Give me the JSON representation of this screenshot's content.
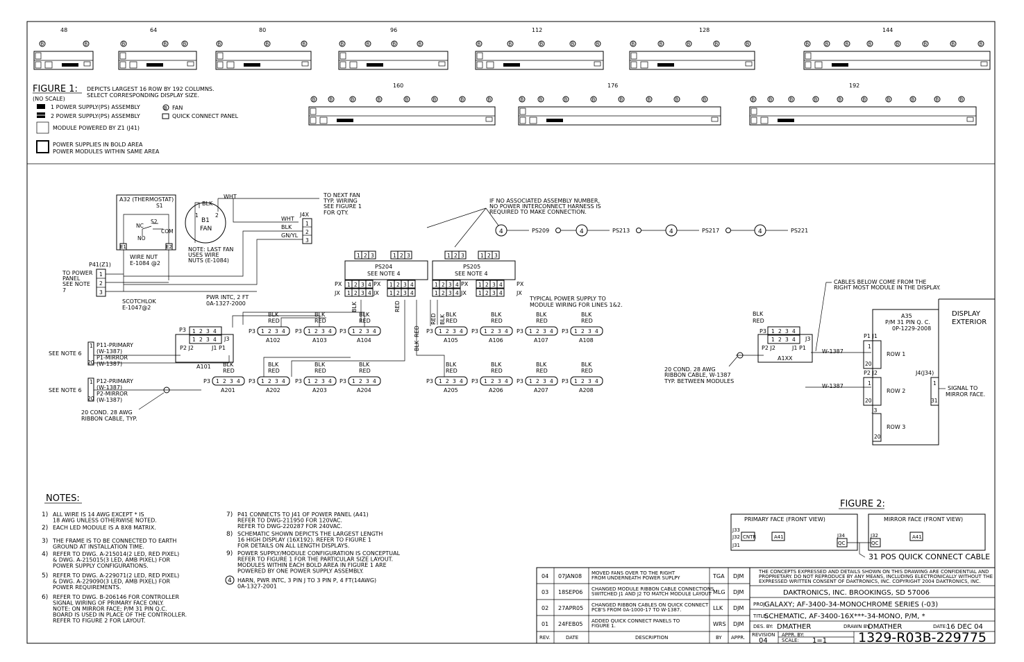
{
  "figure1": {
    "sizes_row1": [
      "48",
      "64",
      "80",
      "96",
      "112",
      "128",
      "144"
    ],
    "sizes_row2": [
      "160",
      "176",
      "192"
    ],
    "title": "FIGURE 1:",
    "caption_line1": "DEPICTS LARGEST 16 ROW BY 192 COLUMNS.",
    "caption_line2": "SELECT CORRESPONDING DISPLAY SIZE.",
    "no_scale": "(NO SCALE)",
    "legend_1ps": "1 POWER SUPPLY(PS) ASSEMBLY",
    "legend_2ps": "2 POWER SUPPLY(PS) ASSEMBLY",
    "legend_fan": "FAN",
    "legend_qc": "QUICK CONNECT PANEL",
    "legend_z1": "MODULE POWERED BY Z1 (J41)",
    "legend_bold1": "POWER SUPPLIES IN BOLD AREA",
    "legend_bold2": "POWER MODULES WITHIN SAME AREA",
    "fan_glyph": "B",
    "qc_glyph": "QC"
  },
  "schematic": {
    "thermostat": "A32 (THERMOSTAT)",
    "s1": "S1",
    "s2": "S2",
    "nc": "NC",
    "no": "NO",
    "com": "COM",
    "e1": "E1",
    "e2": "E2",
    "wire_nut1": "WIRE NUT",
    "wire_nut2": "E-1084 @2",
    "fan_b1": "B1",
    "fan_label": "FAN",
    "fan_pin1": "1",
    "fan_pin2": "2",
    "blk": "BLK",
    "wht": "WHT",
    "red": "RED",
    "gnyl": "GN/YL",
    "next_fan1": "TO NEXT FAN",
    "next_fan2": "TYP. WIRING",
    "next_fan3": "SEE FIGURE 1",
    "next_fan4": "FOR QTY.",
    "j4x": "J4X",
    "last_fan1": "NOTE: LAST FAN",
    "last_fan2": "USES WIRE",
    "last_fan3": "NUTS (E-1084)",
    "p41": "P41(Z1)",
    "power_panel1": "TO POWER",
    "power_panel2": "PANEL",
    "power_panel3": "SEE NOTE",
    "power_panel4": "7",
    "scotchlok1": "SCOTCHLOK",
    "scotchlok2": "E-1047@2",
    "pwr_intc1": "PWR INTC, 2 FT",
    "pwr_intc2": "0A-1327-2000",
    "ps204a": "PS204",
    "ps204b": "SEE NOTE 4",
    "ps205a": "PS205",
    "ps205b": "SEE NOTE 4",
    "px": "PX",
    "jx": "JX",
    "no_assembly1": "IF NO ASSOCIATED ASSEMBLY NUMBER,",
    "no_assembly2": "NO POWER INTERCONNECT HARNESS IS",
    "no_assembly3": "REQUIRED TO MAKE CONNECTION.",
    "ps_chain": [
      "PS209",
      "PS213",
      "PS217",
      "PS221"
    ],
    "harness_num": "4",
    "typical1": "TYPICAL POWER SUPPLY TO",
    "typical2": "MODULE WIRING FOR LINES 1&2.",
    "modules_row1": [
      "A102",
      "A103",
      "A104",
      "A105",
      "A106",
      "A107",
      "A108"
    ],
    "modules_row2": [
      "A201",
      "A202",
      "A203",
      "A204",
      "A205",
      "A206",
      "A207",
      "A208"
    ],
    "a101": "A101",
    "p3": "P3",
    "j3": "J3",
    "p2j2": "P2 J2",
    "j1p1": "J1 P1",
    "see_note6": "SEE NOTE 6",
    "p11": "P11-PRIMARY",
    "w1387": "(W-1387)",
    "p1m": "P1-MIRROR",
    "p12": "P12-PRIMARY",
    "p2m": "P2-MIRROR",
    "ribbon1": "20 COND. 28 AWG",
    "ribbon2": "RIBBON CABLE,  TYP.",
    "pin1": "1",
    "pin20": "20",
    "cables_below1": "CABLES BELOW COME FROM THE",
    "cables_below2": "RIGHT MOST MODULE IN THE DISPLAY.",
    "a1xx": "A1XX",
    "ribbon3": "20 COND. 28 AWG",
    "ribbon4": "RIBBON CABLE,  W-1387",
    "ribbon5": "TYP. BETWEEN MODULES",
    "w_1387": "W-1387",
    "a35": "A35",
    "a35_pn1": "P/M 31 PIN Q. C.",
    "a35_pn2": "0P-1229-2008",
    "display_ext1": "DISPLAY",
    "display_ext2": "EXTERIOR",
    "row1": "ROW 1",
    "row2": "ROW 2",
    "row3": "ROW 3",
    "p1j1": "P1 J1",
    "p2j2b": "P2 J2",
    "j3b": "J3",
    "j4j34": "J4(J34)",
    "signal1": "SIGNAL TO",
    "signal2": "MIRROR FACE.",
    "pin31": "31"
  },
  "notes": {
    "title": "NOTES:",
    "col1": [
      [
        "1)",
        "ALL WIRE IS 14 AWG EXCEPT * IS",
        "18 AWG UNLESS OTHERWISE NOTED."
      ],
      [
        "2)",
        "EACH LED MODULE IS A 8X8 MATRIX."
      ],
      [
        "3)",
        "THE FRAME IS TO BE CONNECTED TO EARTH",
        "GROUND AT INSTALLATION TIME."
      ],
      [
        "4)",
        "REFER TO DWG. A-215014(2 LED, RED PIXEL)",
        "& DWG. A-215015(3 LED, AMB PIXEL) FOR",
        "POWER SUPPLY CONFIGURATIONS."
      ],
      [
        "5)",
        "REFER TO DWG. A-229071(2 LED, RED PIXEL)",
        "& DWG. A-229090(3 LED, AMB PIXEL) FOR",
        "POWER REQUIREMENTS."
      ],
      [
        "6)",
        "REFER TO DWG. B-206146 FOR CONTROLLER",
        "SIGNAL WIRING OF PRIMARY FACE ONLY.",
        "NOTE: ON MIRROR FACE; P/M 31 PIN Q.C.",
        "BOARD IS USED IN PLACE OF THE CONTROLLER.",
        "REFER TO FIGURE 2 FOR LAYOUT."
      ]
    ],
    "col2": [
      [
        "7)",
        "P41 CONNECTS TO J41 OF POWER PANEL (A41)",
        "REFER TO DWG-211950 FOR 120VAC.",
        "REFER TO DWG-220287 FOR 240VAC."
      ],
      [
        "8)",
        "SCHEMATIC SHOWN DEPICTS THE LARGEST LENGTH",
        "16 HIGH DISPLAY (16X192). REFER TO FIGURE 1",
        "FOR DETAILS ON ALL LENGTH DISPLAYS."
      ],
      [
        "9)",
        "POWER SUPPLY/MODULE CONFIGURATION IS CONCEPTUAL",
        "REFER TO FIGURE 1 FOR THE PARTICULAR SIZE LAYOUT.",
        "MODULES WITHIN EACH BOLD AREA IN FIGURE 1 ARE",
        "POWERED BY ONE POWER SUPPLY ASSEMBLY."
      ],
      [
        "4",
        "HARN, PWR INTC, 3 PIN J TO 3 PIN P, 4 FT(14AWG)",
        "0A-1327-2001"
      ]
    ]
  },
  "figure2": {
    "title": "FIGURE 2:",
    "primary": "PRIMARY FACE (FRONT VIEW)",
    "mirror": "MIRROR FACE (FRONT VIEW)",
    "j33": "J33",
    "j32": "J32",
    "j31": "J31",
    "cntr": "CNTR",
    "a41": "A41",
    "j34": "J34",
    "qc": "QC",
    "j32b": "J32",
    "qc_cable": "31 POS QUICK CONNECT CABLE"
  },
  "revisions": [
    {
      "rev": "04",
      "date": "07JAN08",
      "desc1": "MOVED FANS OVER TO THE RIGHT",
      "desc2": "FROM UNDERNEATH POWER SUPLPY",
      "by": "TGA",
      "appr": "DJM"
    },
    {
      "rev": "03",
      "date": "18SEP06",
      "desc1": "CHANGED MODULE RIBBON CABLE CONNECTIONS",
      "desc2": "SWITCHED J1 AND J2 TO MATCH MODULE LAYOUT",
      "by": "MLG",
      "appr": "DJM"
    },
    {
      "rev": "02",
      "date": "27APR05",
      "desc1": "CHANGED RIBBON CABLES ON QUICK CONNECT",
      "desc2": "PCB'S FROM 0A-1000-17 TO W-1387.",
      "by": "LLK",
      "appr": "DJM"
    },
    {
      "rev": "01",
      "date": "24FEB05",
      "desc1": "ADDED QUICK CONNECT PANELS TO",
      "desc2": "FIGURE 1.",
      "by": "WRS",
      "appr": "DJM"
    }
  ],
  "rev_headers": {
    "rev": "REV.",
    "date": "DATE",
    "desc": "DESCRIPTION",
    "by": "BY",
    "appr": "APPR."
  },
  "title_block": {
    "confidential1": "THE CONCEPTS  EXPRESSED  AND  DETAILS SHOWN ON THIS DRAWING ARE CONFIDENTIAL AND",
    "confidential2": "PROPRIETARY.  DO NOT REPRODUCE BY ANY MEANS, INCLUDING ELECTRONICALLY WITHOUT THE",
    "confidential3": "EXPRESSED WRITTEN CONSENT OF DAKTRONICS, INC.            COPYRIGHT 2004 DAKTRONICS, INC.",
    "company": "DAKTRONICS,  INC.   BROOKINGS, SD 57006",
    "proj_label": "PROJ:",
    "proj": "GALAXY; AF-3400-34-MONOCHROME SERIES (-03)",
    "title_label": "TITLE:",
    "title": "SCHEMATIC, AF-3400-16X***-34-MONO, P/M, *",
    "des_label": "DES. BY:",
    "des": "DMATHER",
    "drawn_label": "DRAWN BY:",
    "drawn": "DMATHER",
    "date_label": "DATE:",
    "date": "16 DEC 04",
    "revision_label": "REVISION",
    "revision": "04",
    "appr_label": "APPR. BY:",
    "scale_label": "SCALE:",
    "scale": "1=1",
    "dwg_number": "1329-R03B-229775"
  }
}
